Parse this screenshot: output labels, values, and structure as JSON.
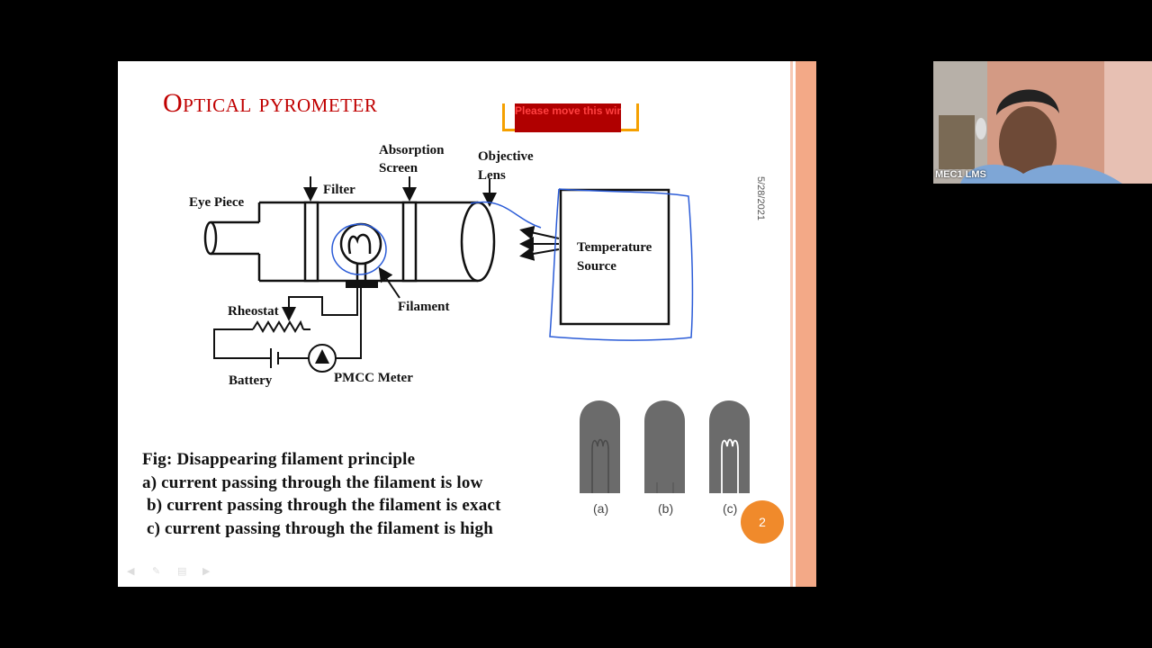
{
  "slide": {
    "title": "Optical pyrometer",
    "date": "5/28/2021",
    "share_notice": "Please move this window away from",
    "labels": {
      "eye_piece": "Eye Piece",
      "filter": "Filter",
      "absorption": "Absorption",
      "screen": "Screen",
      "objective": "Objective",
      "lens": "Lens",
      "temperature": "Temperature",
      "source": "Source",
      "filament": "Filament",
      "rheostat": "Rheostat",
      "battery": "Battery",
      "meter": "PMCC Meter"
    },
    "filament_states": [
      "(a)",
      "(b)",
      "(c)"
    ],
    "caption": [
      "Fig: Disappearing filament principle",
      "a) current passing through the filament is low",
      " b) current passing through the filament is exact",
      " c) current passing through the filament is high"
    ],
    "page_number": "2"
  },
  "video": {
    "participant_name": "MEC1 LMS"
  }
}
